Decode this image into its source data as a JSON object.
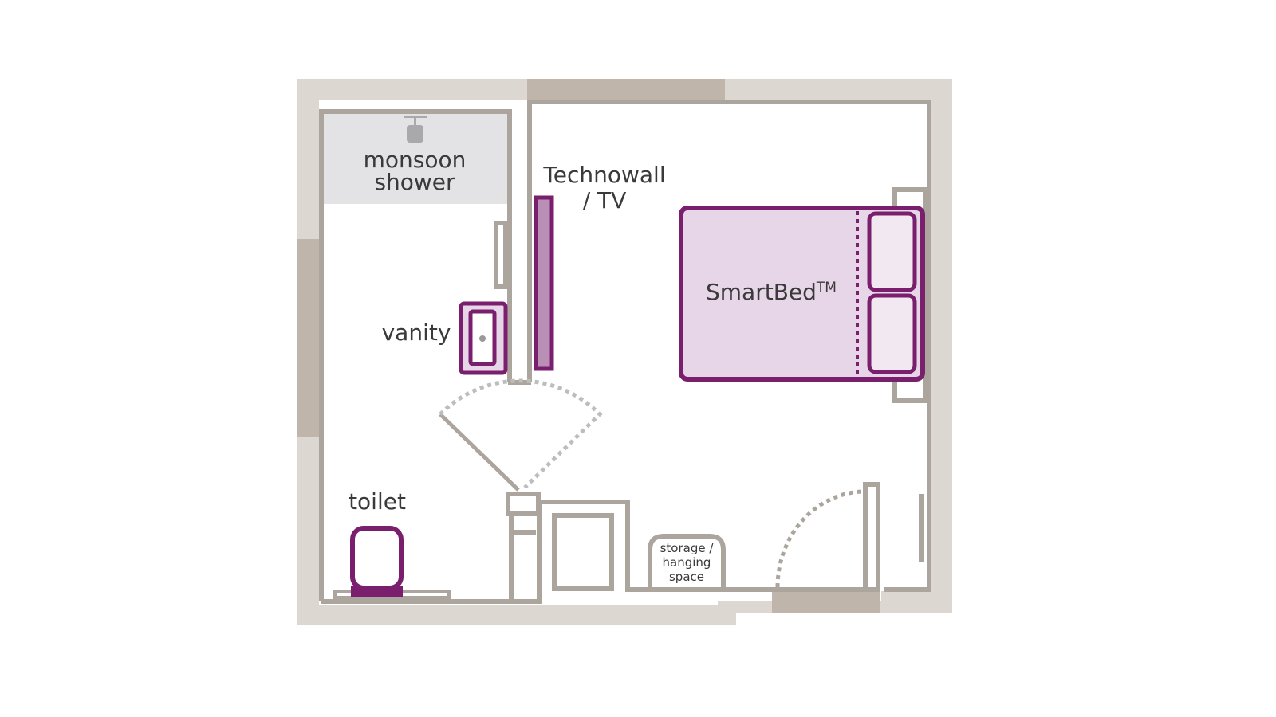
{
  "colors": {
    "wall_light": "#ddd7d1",
    "wall_dark": "#bfb5ab",
    "line": "#aca59e",
    "accent_purple": "#7a1f6e",
    "bed_fill": "#e7d6e8",
    "shower_fill": "#e3e3e5"
  },
  "labels": {
    "shower_line1": "monsoon",
    "shower_line2": "shower",
    "technowall_line1": "Technowall",
    "technowall_line2": "/ TV",
    "vanity": "vanity",
    "bed": "SmartBed",
    "bed_tm": "TM",
    "toilet": "toilet",
    "storage_line1": "storage /",
    "storage_line2": "hanging",
    "storage_line3": "space"
  }
}
